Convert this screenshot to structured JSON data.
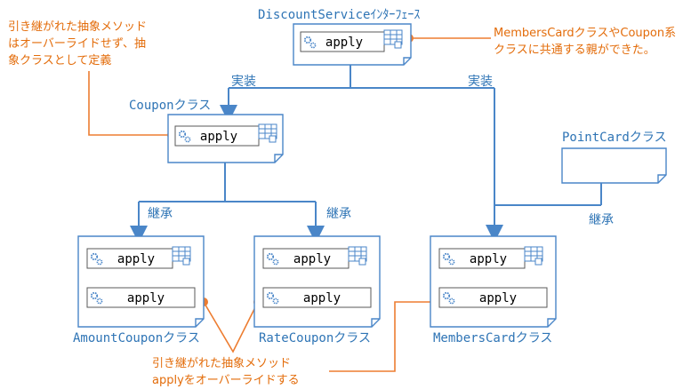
{
  "colors": {
    "line": "#4a86c8",
    "text_blue": "#2e74b5",
    "note_orange": "#e36c0a",
    "dot": "#ed7d31"
  },
  "classes": {
    "discount_service": "DiscountServiceｲﾝﾀｰﾌｪｰｽ",
    "coupon": "Couponクラス",
    "point_card": "PointCardクラス",
    "amount_coupon": "AmountCouponクラス",
    "rate_coupon": "RateCouponクラス",
    "members_card": "MembersCardクラス"
  },
  "method_label": "apply",
  "relations": {
    "implement": "実装",
    "inherit": "継承"
  },
  "notes": {
    "abstract_kept": [
      "引き継がれた抽象メソッド",
      "はオーバーライドせず、抽",
      "象クラスとして定義"
    ],
    "common_parent": [
      "MembersCardクラスやCoupon系",
      "クラスに共通する親ができた。"
    ],
    "override": [
      "引き継がれた抽象メソッド",
      "applyをオーバーライドする"
    ]
  },
  "icons": [
    "gear-icon",
    "table-icon"
  ]
}
